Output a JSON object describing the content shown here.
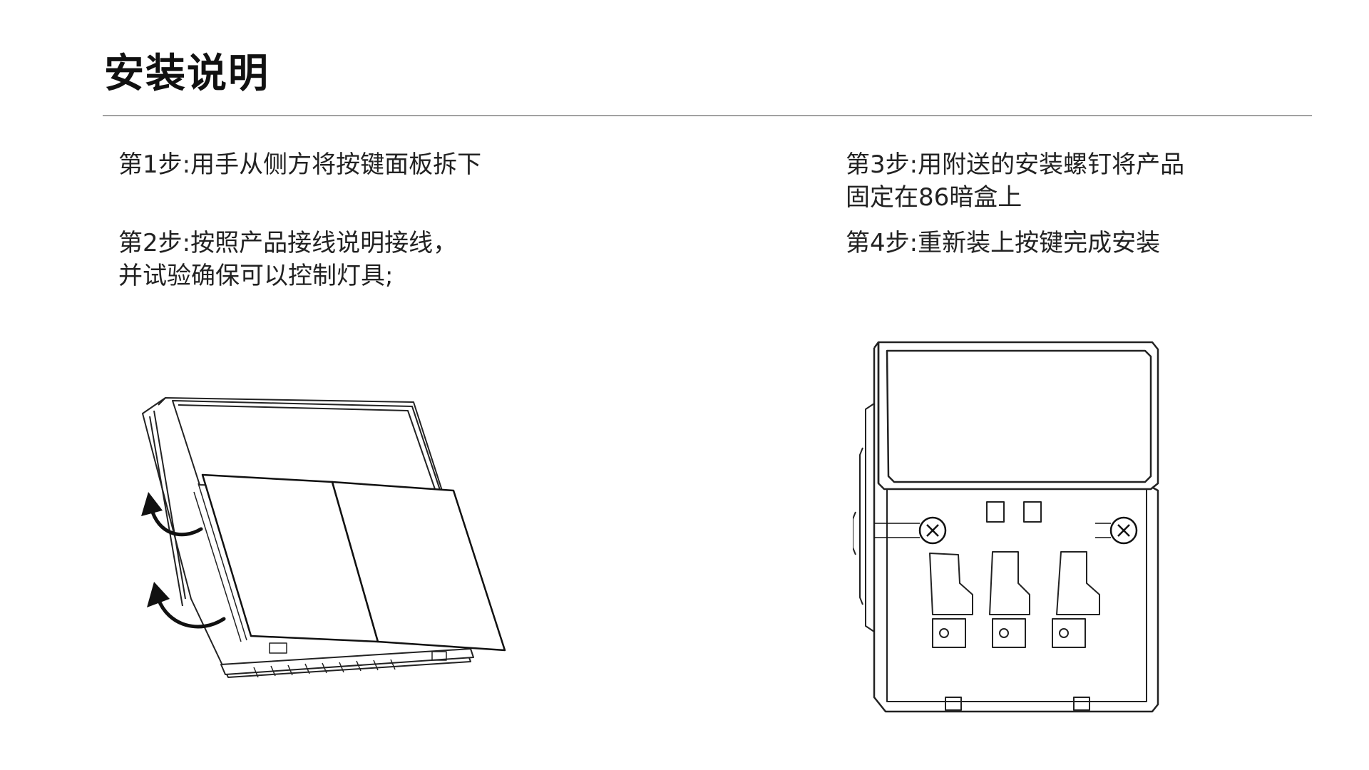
{
  "title": "安装说明",
  "steps": {
    "step1": {
      "line1": "第1步:用手从侧方将按键面板拆下"
    },
    "step2": {
      "line1": "第2步:按照产品接线说明接线，",
      "line2": "并试验确保可以控制灯具;"
    },
    "step3": {
      "line1": "第3步:用附送的安装螺钉将产品",
      "line2": "固定在86暗盒上"
    },
    "step4": {
      "line1": "第4步:重新装上按键完成安装"
    }
  },
  "colors": {
    "text": "#1a1a1a",
    "line": "#444444",
    "background": "#ffffff"
  },
  "icons": {
    "removal_arrows": "curved-arrow-icon",
    "screws": "screw-icon"
  }
}
